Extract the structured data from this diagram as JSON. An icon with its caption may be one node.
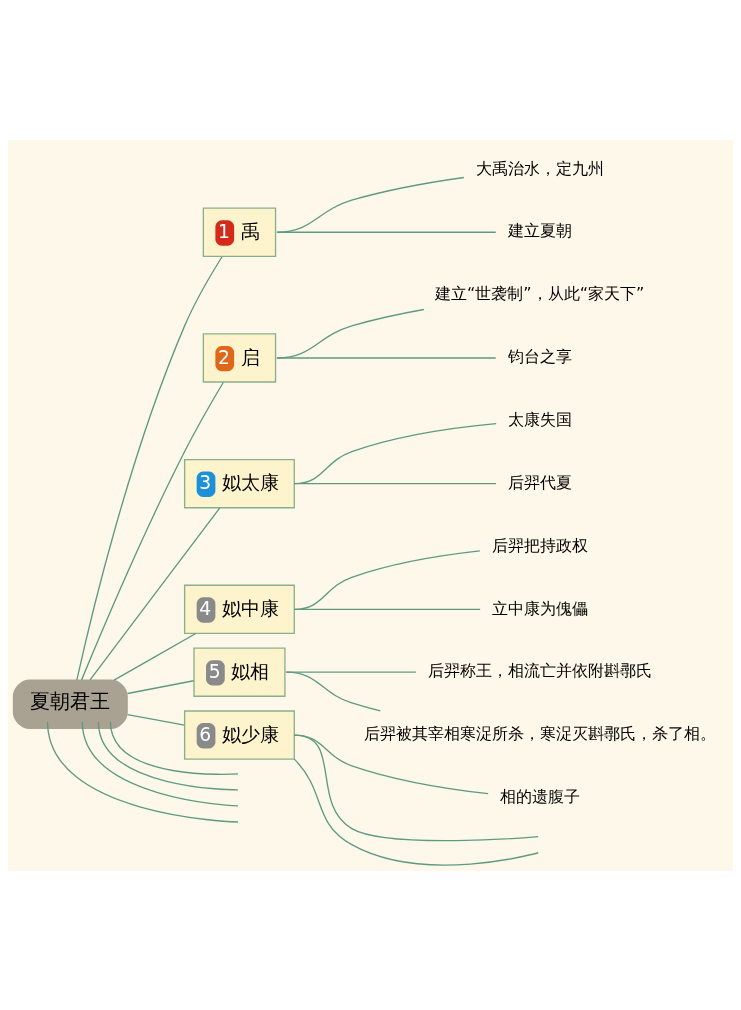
{
  "diagram": {
    "nodes": [
      {
        "text": [
          "夏朝君王"
        ]
      },
      {
        "text": [
          "1",
          "禹"
        ]
      },
      {
        "text": [
          "大禹治水，定九州"
        ]
      },
      {
        "text": [
          "建立夏朝"
        ]
      },
      {
        "text": [
          "2",
          "启"
        ]
      },
      {
        "text": [
          "建立“世袭制”，从此“家天下”"
        ]
      },
      {
        "text": [
          "钧台之享"
        ]
      },
      {
        "text": [
          "3",
          "姒太康"
        ]
      },
      {
        "text": [
          "太康失国"
        ]
      },
      {
        "text": [
          "后羿代夏"
        ]
      },
      {
        "text": [
          "4",
          "姒中康"
        ]
      },
      {
        "text": [
          "后羿把持政权"
        ]
      },
      {
        "text": [
          "立中康为傀儡"
        ]
      },
      {
        "text": [
          "5",
          "姒相"
        ]
      },
      {
        "text": [
          "后羿称王，相流亡并依附斟鄩氏"
        ]
      },
      {
        "text": [
          "后羿被其宰相寒浞所杀，寒浞灭斟鄩氏，杀了相。"
        ]
      },
      {
        "text": [
          "6",
          "姒少康"
        ]
      },
      {
        "text": [
          "相的遗腹子"
        ]
      }
    ],
    "edges": [
      {
        "from": 0,
        "to": 1,
        "arrow": "none"
      },
      {
        "from": 1,
        "to": 2,
        "arrow": "none"
      },
      {
        "from": 1,
        "to": 3,
        "arrow": "none"
      },
      {
        "from": 0,
        "to": 4,
        "arrow": "none"
      },
      {
        "from": 4,
        "to": 5,
        "arrow": "none"
      },
      {
        "from": 4,
        "to": 6,
        "arrow": "none"
      },
      {
        "from": 0,
        "to": 7,
        "arrow": "none"
      },
      {
        "from": 7,
        "to": 8,
        "arrow": "none"
      },
      {
        "from": 7,
        "to": 9,
        "arrow": "none"
      },
      {
        "from": 0,
        "to": 10,
        "arrow": "none"
      },
      {
        "from": 10,
        "to": 11,
        "arrow": "none"
      },
      {
        "from": 10,
        "to": 12,
        "arrow": "none"
      },
      {
        "from": 0,
        "to": 13,
        "arrow": "none"
      },
      {
        "from": 13,
        "to": 14,
        "arrow": "none"
      },
      {
        "from": 13,
        "to": 15,
        "arrow": "none"
      },
      {
        "from": 0,
        "to": 16,
        "arrow": "none"
      },
      {
        "from": 16,
        "to": 17,
        "arrow": "none"
      },
      {
        "from": 16,
        "to": null,
        "arrow": "none"
      },
      {
        "from": 16,
        "to": null,
        "arrow": "none"
      },
      {
        "from": 0,
        "to": null,
        "arrow": "none"
      },
      {
        "from": 0,
        "to": null,
        "arrow": "none"
      },
      {
        "from": 0,
        "to": null,
        "arrow": "none"
      },
      {
        "from": 0,
        "to": null,
        "arrow": "none"
      }
    ]
  }
}
